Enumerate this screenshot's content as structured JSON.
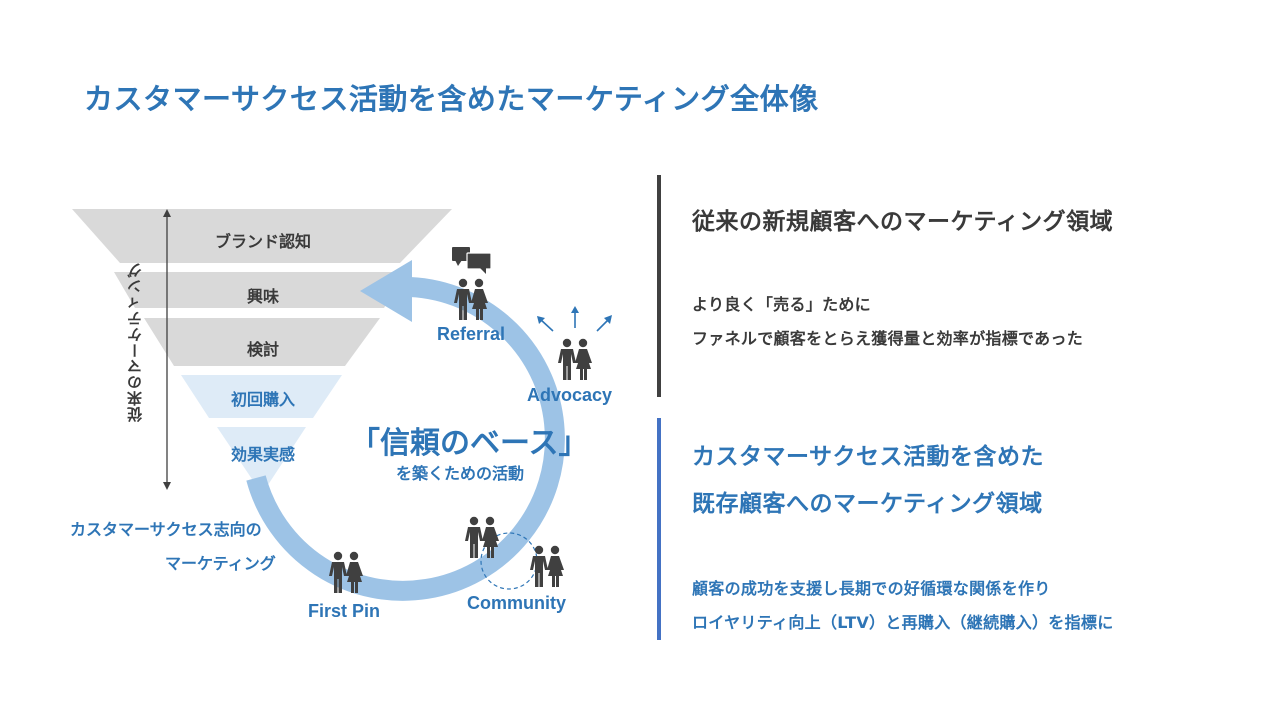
{
  "title": "カスタマーサクセス活動を含めたマーケティング全体像",
  "colors": {
    "accent_blue": "#2e75b6",
    "arc_blue": "#9dc3e6",
    "light_blue_stage": "#deebf7",
    "gray_stage": "#d9d9d9",
    "dark_text": "#3a3a3a",
    "icon_dark": "#404040"
  },
  "funnel": {
    "vertical_label": "従来のマーケティング",
    "stages": [
      {
        "label": "ブランド認知",
        "group": "traditional"
      },
      {
        "label": "興味",
        "group": "traditional"
      },
      {
        "label": "検討",
        "group": "traditional"
      },
      {
        "label": "初回購入",
        "group": "customer-success"
      },
      {
        "label": "効果実感",
        "group": "customer-success"
      }
    ]
  },
  "cycle": {
    "center_main": "「信頼のベース」",
    "center_sub": "を築くための活動",
    "nodes": [
      {
        "label": "First Pin",
        "icon": "couple-icon"
      },
      {
        "label": "Community",
        "icon": "community-couples-icon"
      },
      {
        "label": "Advocacy",
        "icon": "couple-with-arrows-icon"
      },
      {
        "label": "Referral",
        "icon": "couple-with-speech-bubbles-icon"
      }
    ],
    "left_label_line1": "カスタマーサクセス志向の",
    "left_label_line2": "マーケティング"
  },
  "right": {
    "traditional": {
      "heading": "従来の新規顧客へのマーケティング領域",
      "body_line1": "より良く「売る」ために",
      "body_line2": "ファネルで顧客をとらえ獲得量と効率が指標であった"
    },
    "customer_success": {
      "heading_line1": "カスタマーサクセス活動を含めた",
      "heading_line2": "既存顧客へのマーケティング領域",
      "body_line1": "顧客の成功を支援し長期での好循環な関係を作り",
      "body_line2": "ロイヤリティ向上（LTV）と再購入（継続購入）を指標に"
    }
  }
}
